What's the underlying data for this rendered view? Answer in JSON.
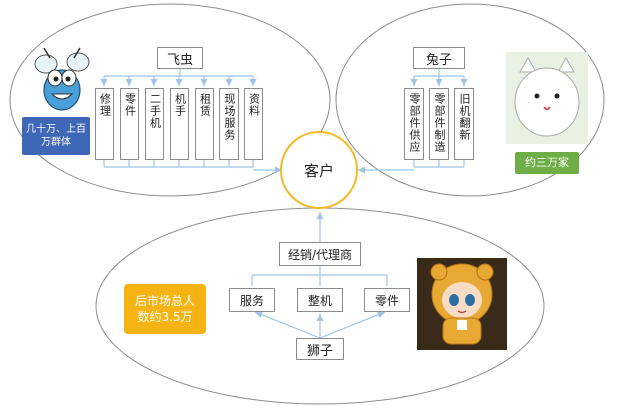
{
  "center": {
    "label": "客户"
  },
  "flybug": {
    "label": "飞虫",
    "note": "几十万、上百万群体",
    "items": [
      "修理",
      "零件",
      "二手机",
      "机手",
      "租赁",
      "现场服务",
      "资料"
    ]
  },
  "rabbit": {
    "label": "兔子",
    "note": "约三万家",
    "items": [
      "零部件供应",
      "零部件制造",
      "旧机翻新"
    ]
  },
  "lion": {
    "label": "狮子",
    "note": "后市场总人数约3.5万",
    "dealer": "经销/代理商",
    "items": [
      "服务",
      "整机",
      "零件"
    ]
  },
  "colors": {
    "flybug_note": "#3f67b8",
    "rabbit_note": "#6fae46",
    "lion_note": "#f5b414",
    "center_border": "#f4b823",
    "connector": "#9dc3e6"
  }
}
